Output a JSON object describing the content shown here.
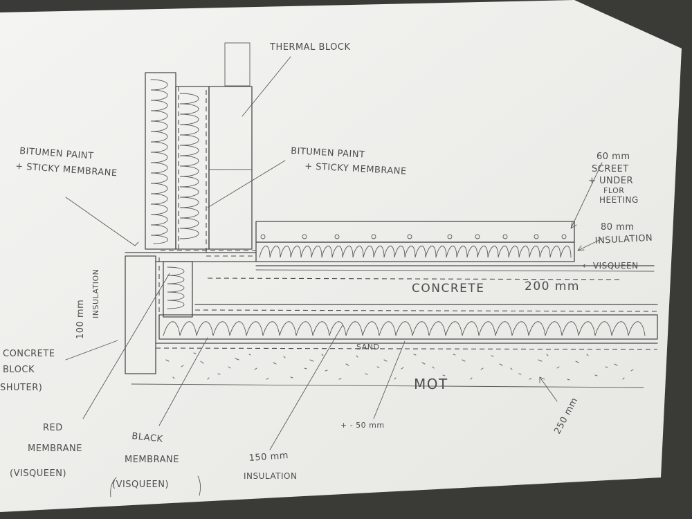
{
  "labels": {
    "thermal_block": "THERMAL BLOCK",
    "bitumen_left_1": "BITUMEN PAINT",
    "bitumen_left_2": "+ STICKY MEMBRANE",
    "bitumen_mid_1": "BITUMEN PAINT",
    "bitumen_mid_2": "+ STICKY MEMBRANE",
    "screed_1": "60 mm",
    "screed_2": "SCREET",
    "screed_3": "+ UNDER",
    "screed_4": "FLOR",
    "screed_5": "HEETING",
    "insul80_1": "80 mm",
    "insul80_2": "INSULATION",
    "visqueen_right": "← VISQUEEN",
    "concrete": "CONCRETE",
    "concrete_thk": "200 mm",
    "insul100_1": "100 mm",
    "insul100_2": "INSULATION",
    "concrete_block_1": "CONCRETE",
    "concrete_block_2": "BLOCK",
    "concrete_block_3": "SHUTER)",
    "sand": "SAND",
    "mot": "MOT",
    "mot_thk": "250 mm",
    "fifty": "+ - 50 mm",
    "red_membrane_1": "RED",
    "red_membrane_2": "MEMBRANE",
    "red_membrane_3": "(VISQUEEN)",
    "black_membrane_1": "BLACK",
    "black_membrane_2": "MEMBRANE",
    "black_membrane_3": "(VISQUEEN)",
    "insul150_1": "150 mm",
    "insul150_2": "INSULATION"
  },
  "colors": {
    "paper": "#f1f1ee",
    "pencil": "#4a4a4a",
    "background": "#3a3a36"
  }
}
